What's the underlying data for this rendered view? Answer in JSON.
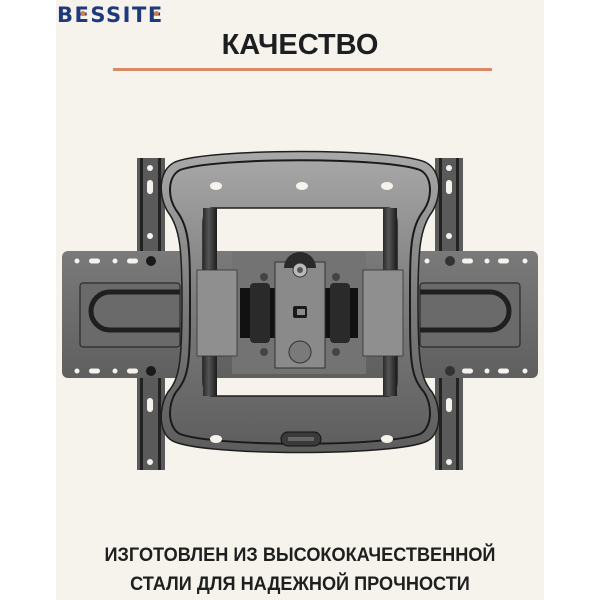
{
  "brand": {
    "logo_text": "BESSITE",
    "logo_parts": [
      "B",
      "E",
      "SSIT",
      "E"
    ],
    "logo_color": "#1f3a7a",
    "logo_accent_color": "#d07c52"
  },
  "header": {
    "title": "КАЧЕСТВО",
    "divider_color": "#d88a66"
  },
  "product_image": {
    "subject": "full-motion TV wall mount (steel bracket, front view)",
    "alt": "Кронштейн для телевизора"
  },
  "caption": {
    "line1": "ИЗГОТОВЛЕН ИЗ ВЫСОКОКАЧЕСТВЕННОЙ",
    "line2": "СТАЛИ ДЛЯ НАДЕЖНОЙ ПРОЧНОСТИ"
  },
  "colors": {
    "background": "#f6f2ec",
    "margin": "#ffffff",
    "text": "#1c1e1f",
    "steel_light": "#8a8a8a",
    "steel_dark": "#4a4a4a"
  }
}
